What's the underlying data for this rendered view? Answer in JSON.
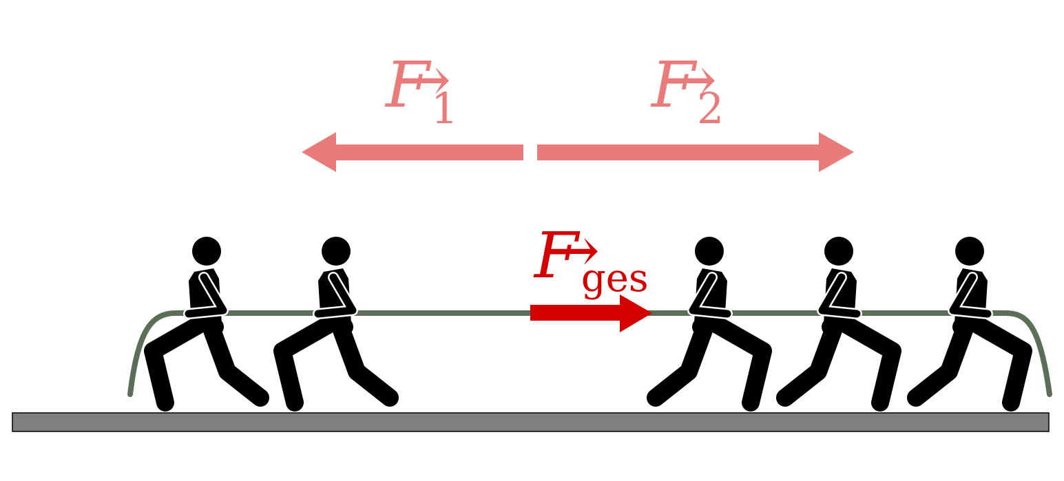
{
  "diagram": {
    "labels": {
      "force_1": {
        "symbol": "F",
        "subscript": "1"
      },
      "force_2": {
        "symbol": "F",
        "subscript": "2"
      },
      "resultant": {
        "symbol": "F",
        "subscript": "ges"
      }
    },
    "colors": {
      "force_light": "#e97b7b",
      "force_resultant": "#d40000",
      "rope": "#5b6e56",
      "ground": "#7f7f7f",
      "figure": "#000000"
    },
    "team_left_count": 2,
    "team_right_count": 3
  }
}
